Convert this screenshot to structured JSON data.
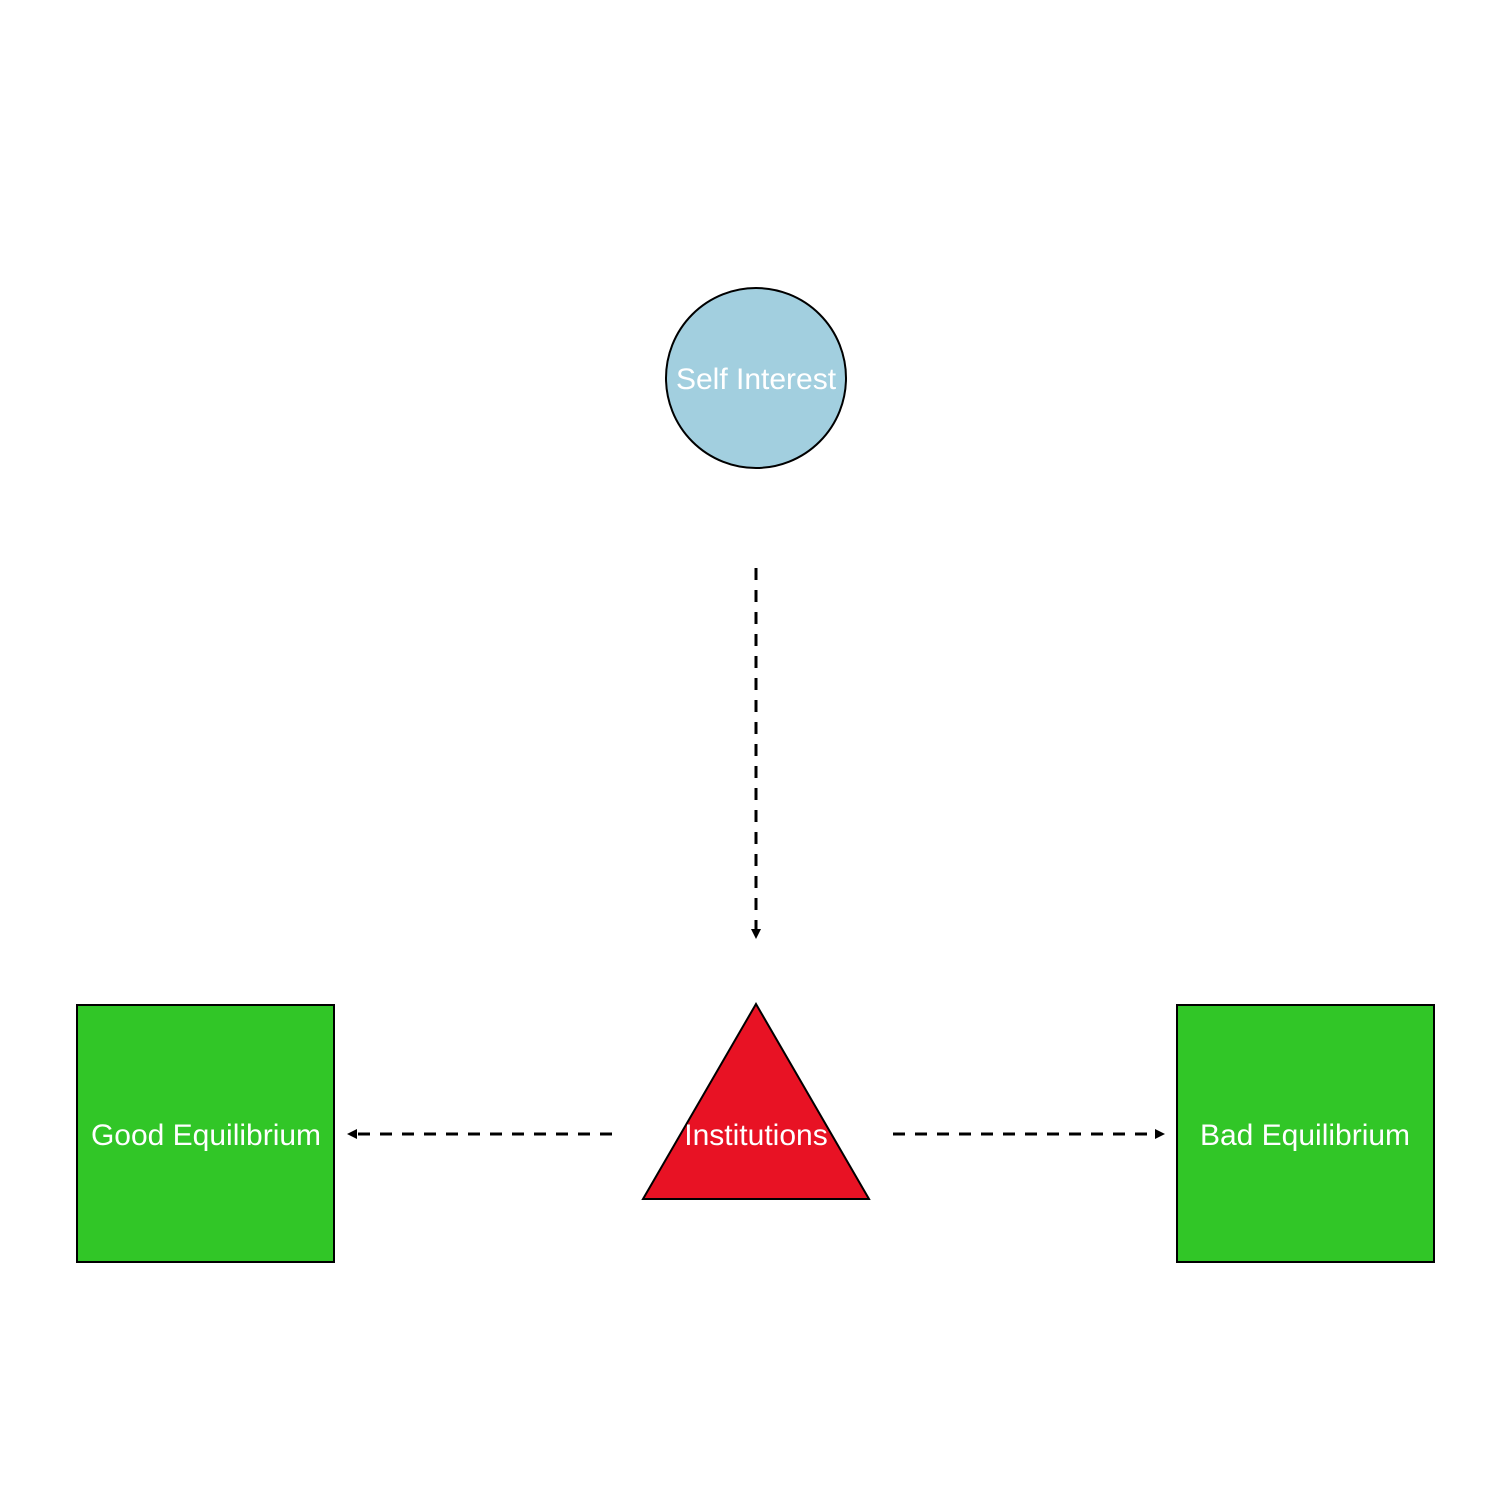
{
  "diagram": {
    "nodes": {
      "self_interest": {
        "label": "Self Interest",
        "shape": "circle",
        "color": "#a2cfdf"
      },
      "institutions": {
        "label": "Institutions",
        "shape": "triangle",
        "color": "#e81224"
      },
      "good_equilibrium": {
        "label": "Good Equilibrium",
        "shape": "square",
        "color": "#31c627"
      },
      "bad_equilibrium": {
        "label": "Bad Equilibrium",
        "shape": "square",
        "color": "#31c627"
      }
    },
    "edges": [
      {
        "from": "self_interest",
        "to": "institutions",
        "style": "dashed"
      },
      {
        "from": "institutions",
        "to": "good_equilibrium",
        "style": "dashed"
      },
      {
        "from": "institutions",
        "to": "bad_equilibrium",
        "style": "dashed"
      }
    ]
  }
}
